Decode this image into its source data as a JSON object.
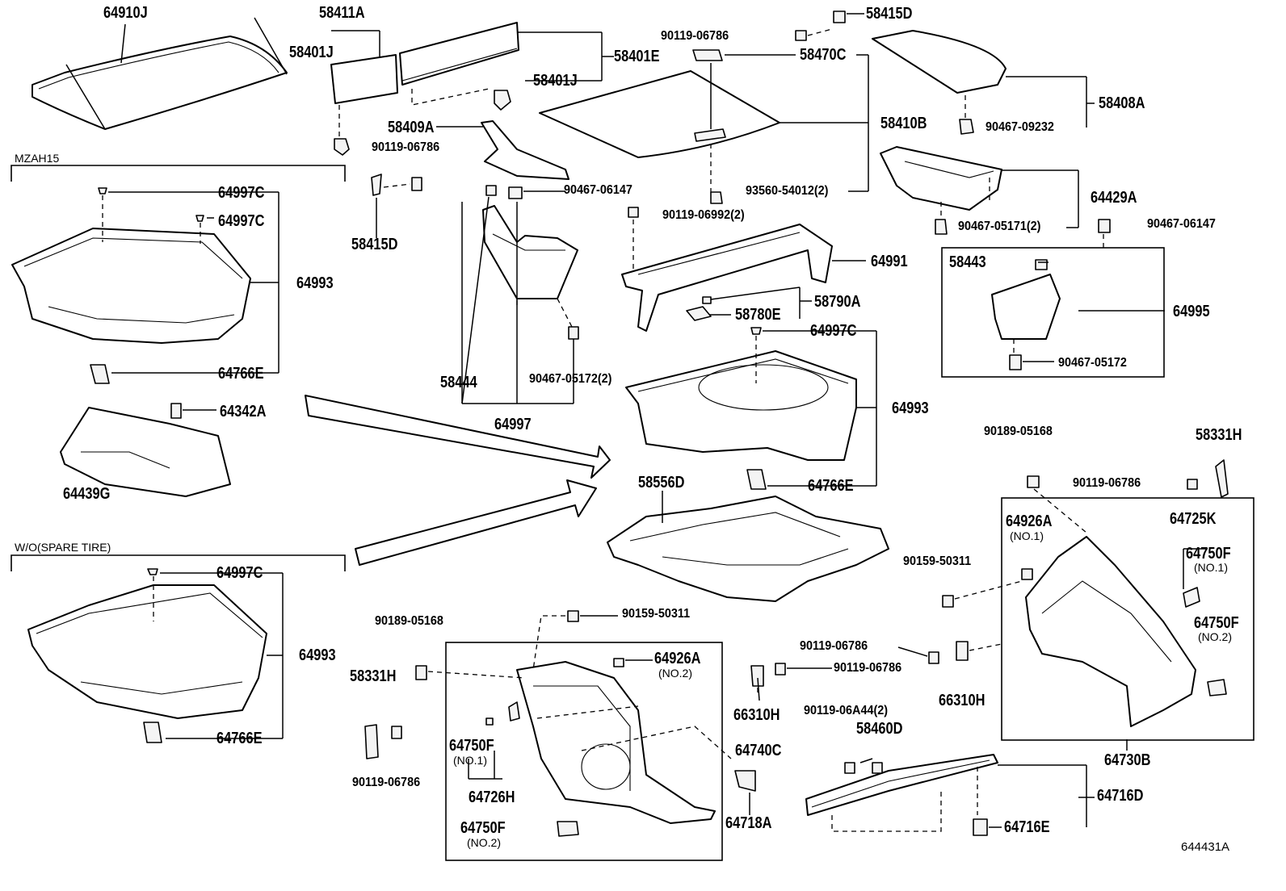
{
  "diagram": {
    "reference": "644431A",
    "groups": {
      "mzah15": "MZAH15",
      "wo_spare": "W/O(SPARE TIRE)"
    },
    "labels": {
      "p64910J": "64910J",
      "p58411A": "58411A",
      "p58401J_a": "58401J",
      "p58401J_b": "58401J",
      "p58401E": "58401E",
      "p58409A": "58409A",
      "p90119_06786_a": "90119-06786",
      "p58415D_a": "58415D",
      "p58415D_b": "58415D",
      "p90119_06786_top": "90119-06786",
      "p58470C": "58470C",
      "p58410B": "58410B",
      "p58408A": "58408A",
      "p90467_09232": "90467-09232",
      "p64429A": "64429A",
      "p90467_05171": "90467-05171(2)",
      "p90467_06147_r": "90467-06147",
      "p58443": "58443",
      "p64995": "64995",
      "p90467_05172_r": "90467-05172",
      "p64997C_1": "64997C",
      "p64997C_2": "64997C",
      "p64993_1": "64993",
      "p64766E_1": "64766E",
      "p64342A": "64342A",
      "p64439G": "64439G",
      "p90467_06147_m": "90467-06147",
      "p93560": "93560-54012(2)",
      "p90119_06992": "90119-06992(2)",
      "p64991": "64991",
      "p58790A": "58790A",
      "p58780E": "58780E",
      "p64997C_m": "64997C",
      "p58444": "58444",
      "p90467_05172_2": "90467-05172(2)",
      "p64997": "64997",
      "p64993_m": "64993",
      "p64766E_m": "64766E",
      "p58556D": "58556D",
      "p90189_05168_r": "90189-05168",
      "p58331H_r": "58331H",
      "p90119_06786_r": "90119-06786",
      "p64926A_1": "64926A",
      "p64926A_1_sub": "(NO.1)",
      "p64725K": "64725K",
      "p64750F_1": "64750F",
      "p64750F_1_sub": "(NO.1)",
      "p64750F_2": "64750F",
      "p64750F_2_sub": "(NO.2)",
      "p90159_50311_r": "90159-50311",
      "p64730B": "64730B",
      "p64997C_3": "64997C",
      "p64993_3": "64993",
      "p64766E_3": "64766E",
      "p90189_05168_l": "90189-05168",
      "p90159_50311_l": "90159-50311",
      "p58331H_l": "58331H",
      "p90119_06786_l": "90119-06786",
      "p64926A_2": "64926A",
      "p64926A_2_sub": "(NO.2)",
      "p64750F_l1": "64750F",
      "p64750F_l1_sub": "(NO.1)",
      "p64726H": "64726H",
      "p64750F_l2": "64750F",
      "p64750F_l2_sub": "(NO.2)",
      "p64740C": "64740C",
      "p66310H_l": "66310H",
      "p64718A": "64718A",
      "p90119_06786_c1": "90119-06786",
      "p90119_06786_c2": "90119-06786",
      "p66310H_r": "66310H",
      "p90119_06A44": "90119-06A44(2)",
      "p58460D": "58460D",
      "p64716D": "64716D",
      "p64716E": "64716E"
    }
  }
}
